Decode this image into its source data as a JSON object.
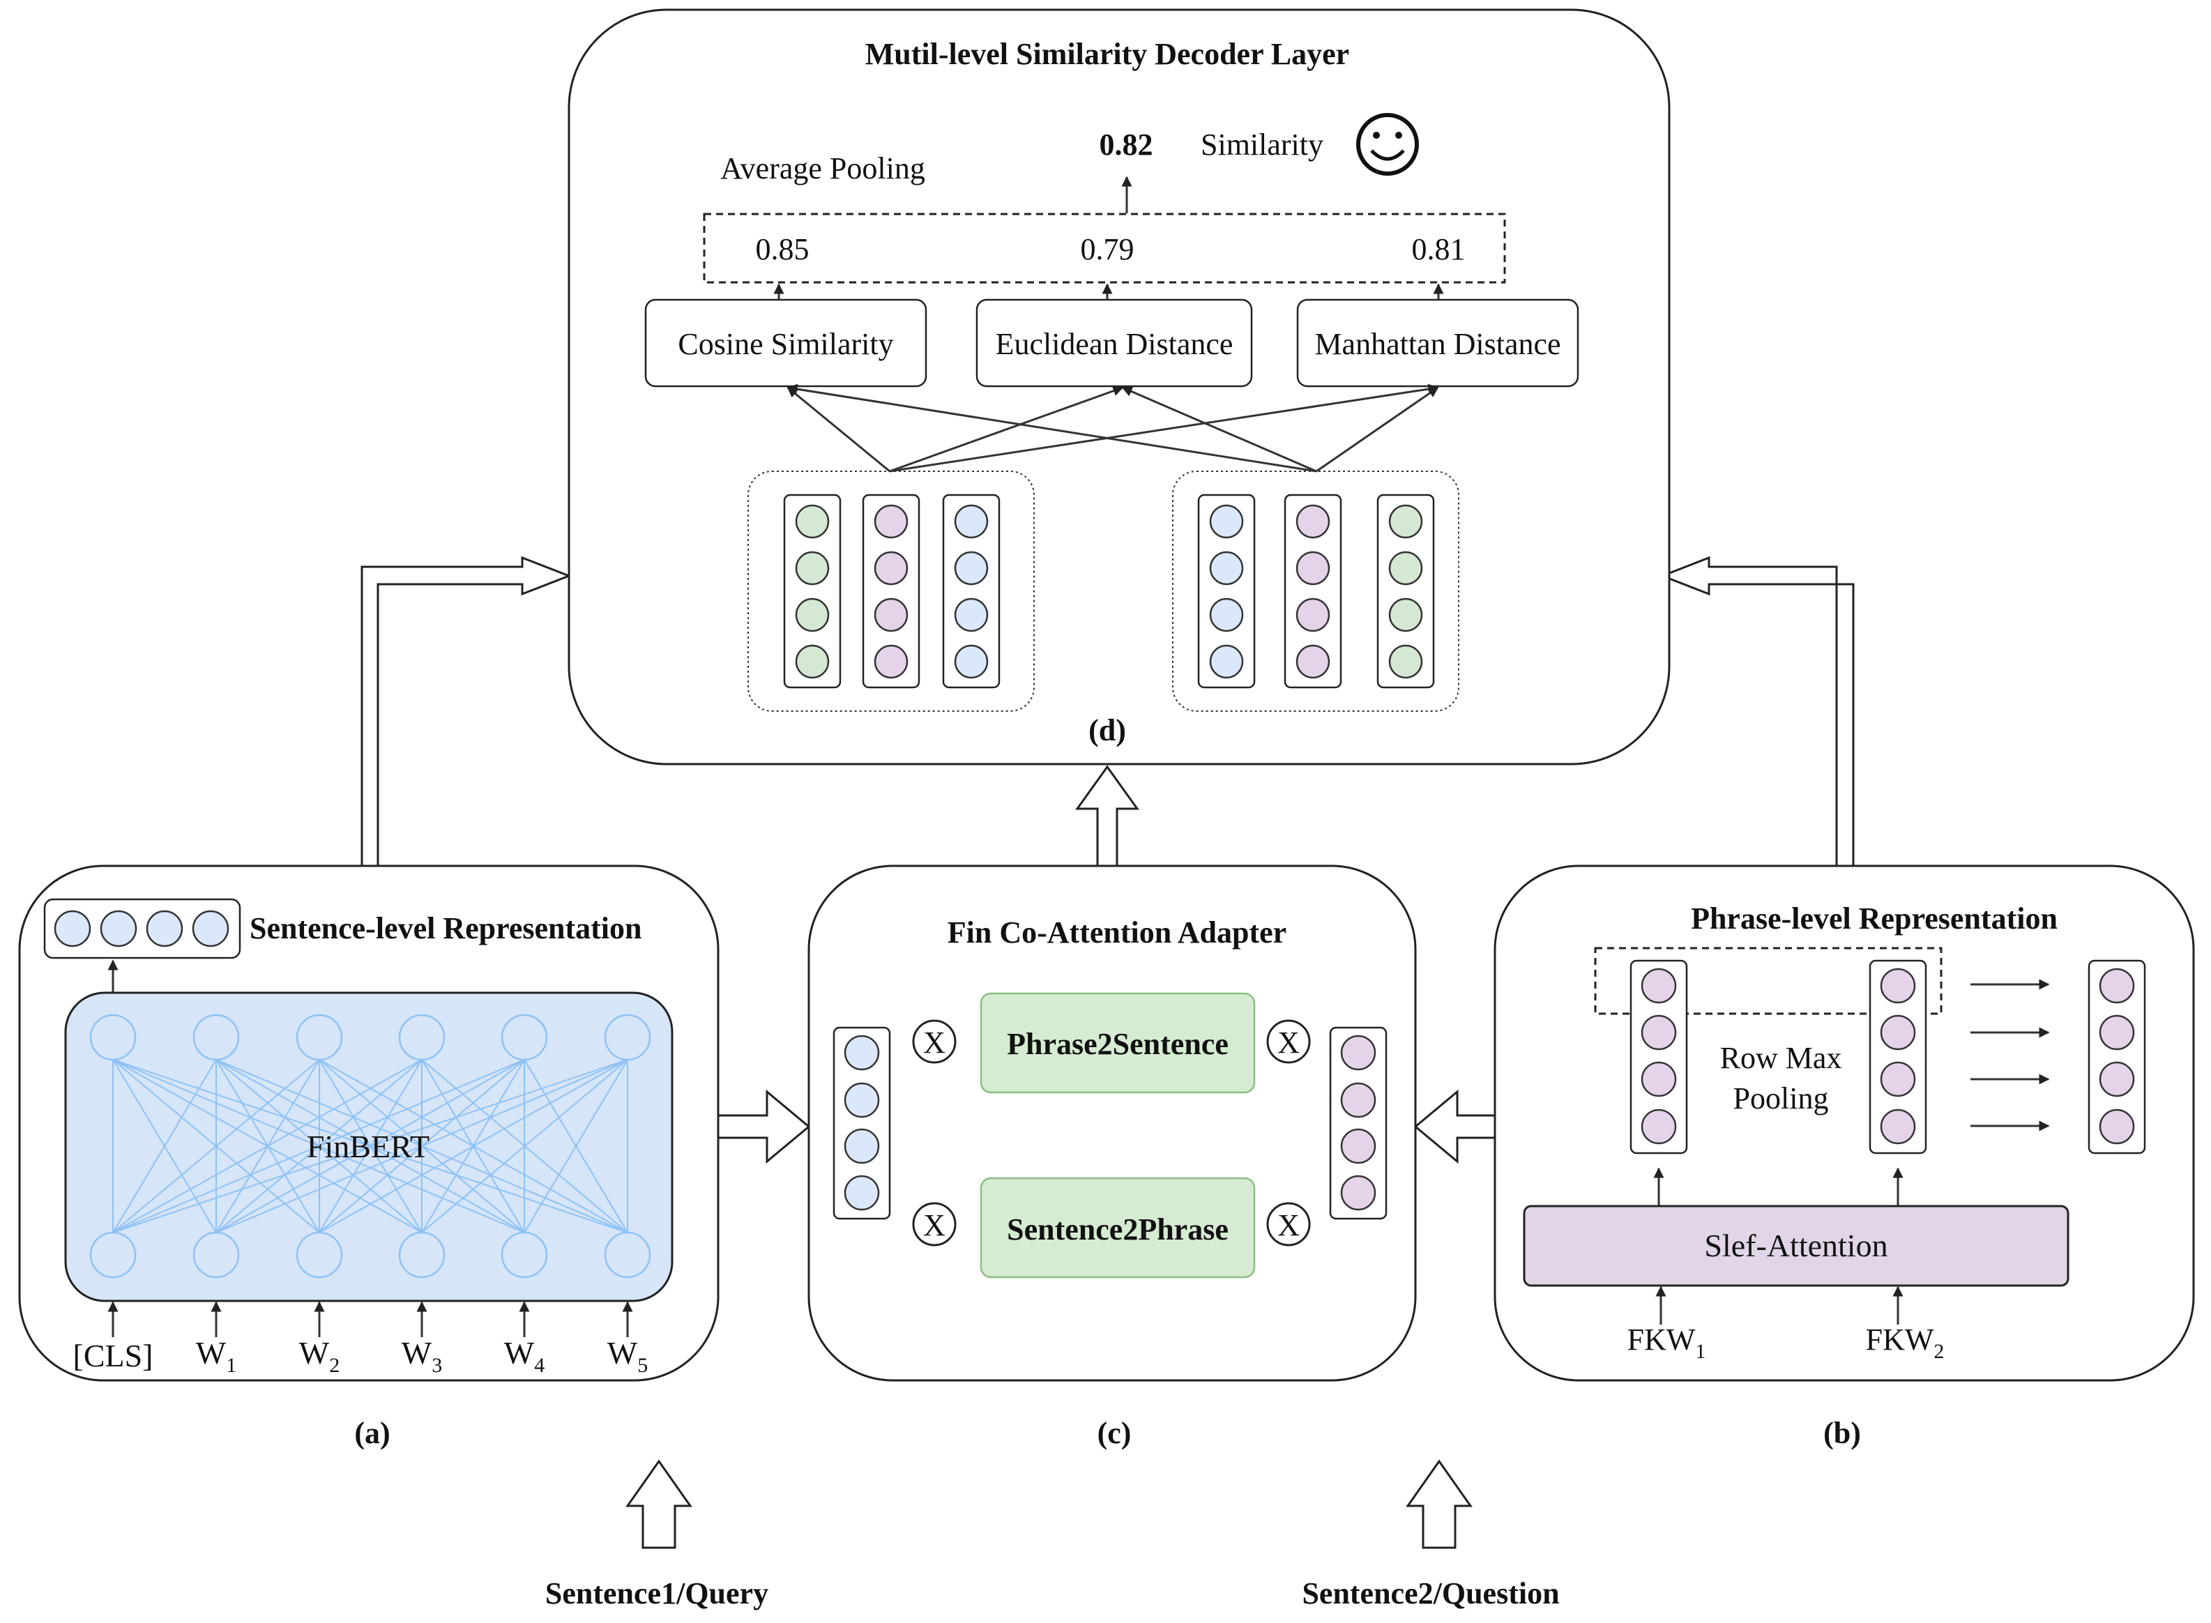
{
  "colors": {
    "blue": "#dbe8fb",
    "purple": "#e4d3e9",
    "green": "#d5e8d4",
    "finbert_bg": "#d6e5f8",
    "finbert_lines": "#8ec2f5",
    "green_box": "#d6ecd2",
    "purple_box": "#e1d5e7"
  },
  "decoder": {
    "title": "Mutil-level Similarity Decoder Layer",
    "avg_pooling": "Average Pooling",
    "final_score": "0.82",
    "similarity_label": "Similarity",
    "face_icon": "smiley-face-icon",
    "scores": [
      "0.85",
      "0.79",
      "0.81"
    ],
    "metrics": [
      "Cosine Similarity",
      "Euclidean Distance",
      "Manhattan Distance"
    ],
    "left_group_colors": [
      "green",
      "purple",
      "blue"
    ],
    "right_group_colors": [
      "blue",
      "purple",
      "green"
    ],
    "label": "(d)"
  },
  "sentence_panel": {
    "title": "Sentence-level Representation",
    "model": "FinBERT",
    "cls": "[CLS]",
    "tokens": [
      {
        "base": "W",
        "sub": "1"
      },
      {
        "base": "W",
        "sub": "2"
      },
      {
        "base": "W",
        "sub": "3"
      },
      {
        "base": "W",
        "sub": "4"
      },
      {
        "base": "W",
        "sub": "5"
      }
    ],
    "label": "(a)"
  },
  "adapter_panel": {
    "title": "Fin Co-Attention Adapter",
    "box1": "Phrase2Sentence",
    "box2": "Sentence2Phrase",
    "mult": "X",
    "label": "(c)"
  },
  "phrase_panel": {
    "title": "Phrase-level Representation",
    "pooling": [
      "Row Max",
      "Pooling"
    ],
    "attention": "Slef-Attention",
    "keywords": [
      {
        "base": "FKW",
        "sub": "1"
      },
      {
        "base": "FKW",
        "sub": "2"
      }
    ],
    "label": "(b)"
  },
  "inputs": {
    "sentence1": "Sentence1/Query",
    "sentence2": "Sentence2/Question"
  }
}
